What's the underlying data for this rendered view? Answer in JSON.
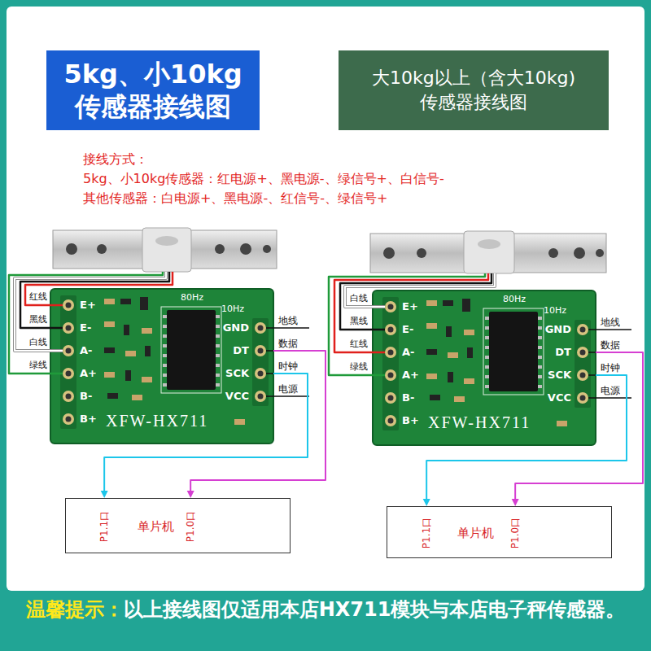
{
  "diagram": {
    "nodes": [
      {
        "text": [
          "5kg、小10kg 传感器接线图"
        ]
      },
      {
        "text": [
          "大10kg以上（含大10kg) 传感器接线图"
        ]
      },
      {
        "text": [
          "E+",
          "E-",
          "A-",
          "A+",
          "B-",
          "B+",
          "80Hz",
          "10Hz",
          "GND",
          "DT",
          "SCK",
          "VCC",
          "XFW-HX711"
        ]
      },
      {
        "text": [
          "E+",
          "E-",
          "A-",
          "A+",
          "B-",
          "B+",
          "80Hz",
          "10Hz",
          "GND",
          "DT",
          "SCK",
          "VCC",
          "XFW-HX711"
        ]
      },
      {
        "text": [
          "单片机",
          "P1.1口",
          "P1.0口"
        ]
      },
      {
        "text": [
          "单片机",
          "P1.1口",
          "P1.0口"
        ]
      }
    ],
    "edges": [
      {
        "from": 2,
        "to": 4,
        "arrow": "to"
      },
      {
        "from": 2,
        "to": 4,
        "arrow": "to"
      },
      {
        "from": 3,
        "to": 5,
        "arrow": "to"
      },
      {
        "from": 3,
        "to": 5,
        "arrow": "to"
      }
    ],
    "labels": [
      "接线方式：",
      "5kg、小10kg传感器：红电源+、黑电源-、绿信号+、白信号-",
      "其他传感器：白电源+、黑电源-、红信号-、绿信号+",
      "红线",
      "黑线",
      "白线",
      "绿线",
      "地线",
      "数据",
      "时钟",
      "电源",
      "白线",
      "黑线",
      "红线",
      "绿线",
      "地线",
      "数据",
      "时钟",
      "电源",
      "温馨提示：",
      "以上接线图仅适用本店HX711模块与本店电子秤传感器。"
    ]
  }
}
